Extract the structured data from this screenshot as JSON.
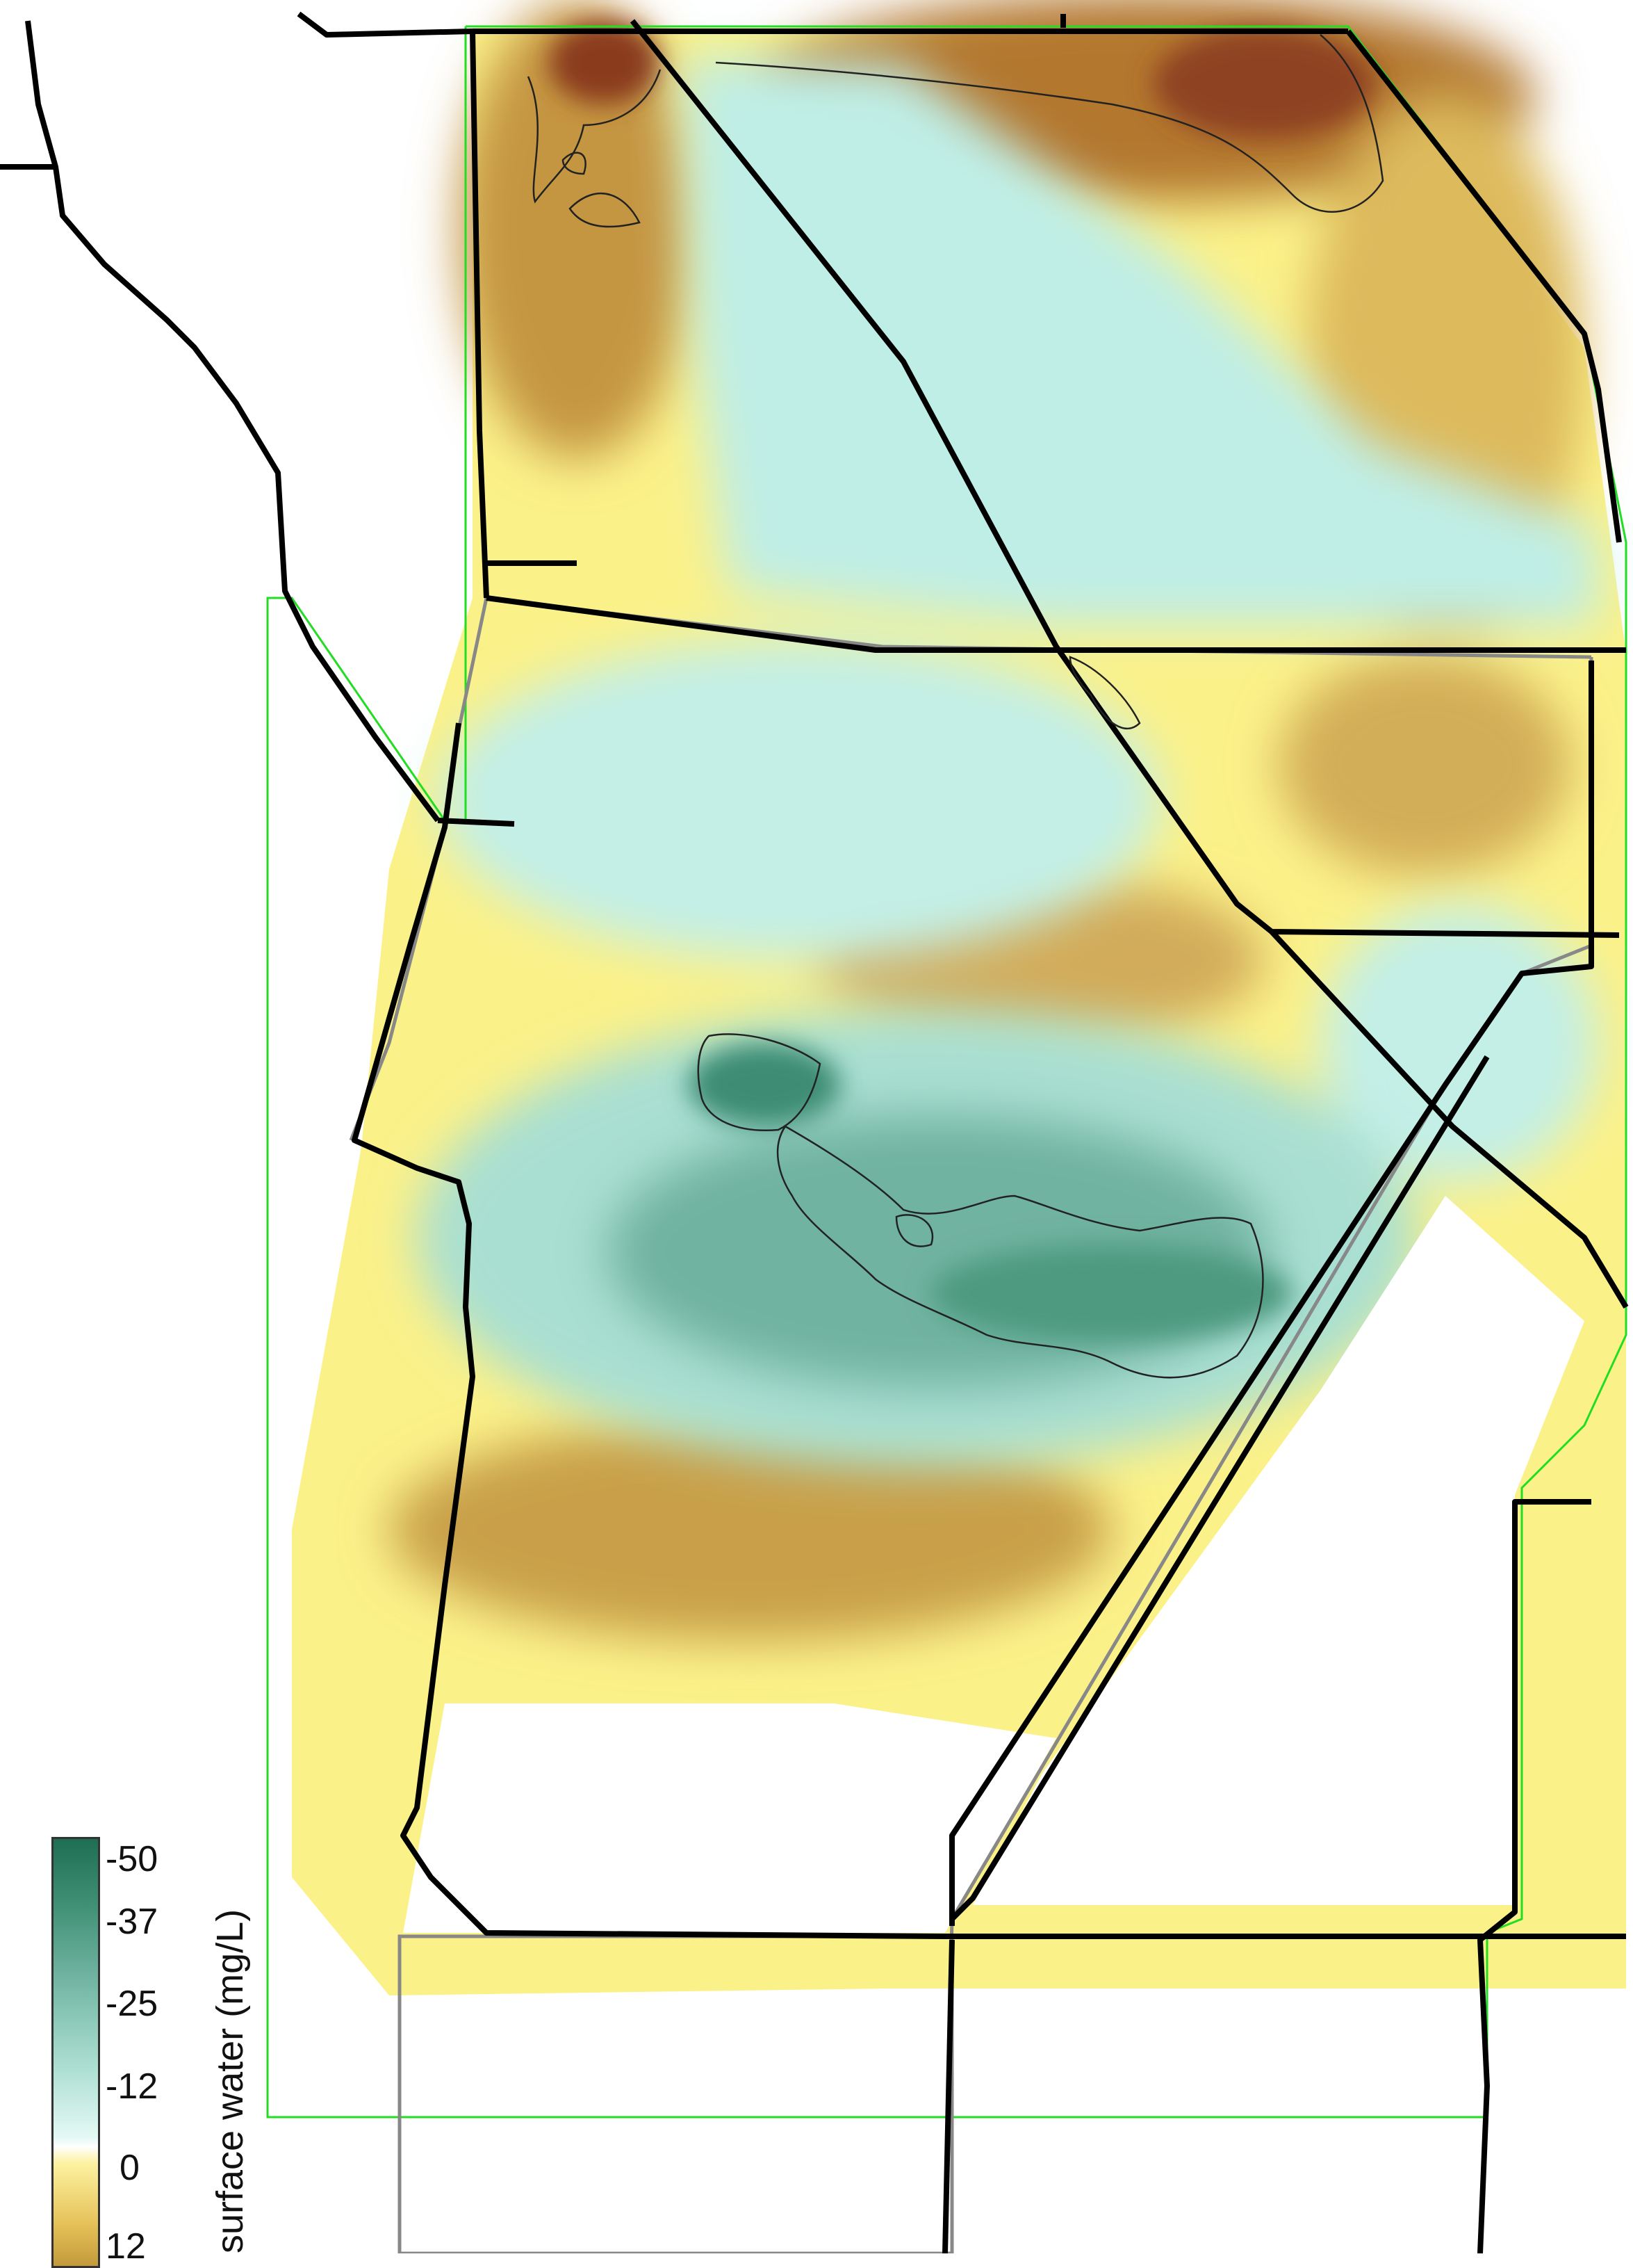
{
  "legend": {
    "title": "surface water (mg/L)",
    "ticks": [
      "-50",
      "-37",
      "-25",
      "-12",
      "0",
      "12"
    ]
  },
  "colors": {
    "strong_negative": "#1e6e54",
    "negative": "#6fb3a0",
    "light_negative": "#bfeee6",
    "zero": "#ffffff",
    "light_positive": "#fbf189",
    "positive": "#d9b254",
    "strong_positive": "#8a3b1e",
    "boundary": "#000000",
    "model_domain": "#22dd22"
  },
  "map": {
    "variable": "surface water",
    "units": "mg/L"
  }
}
